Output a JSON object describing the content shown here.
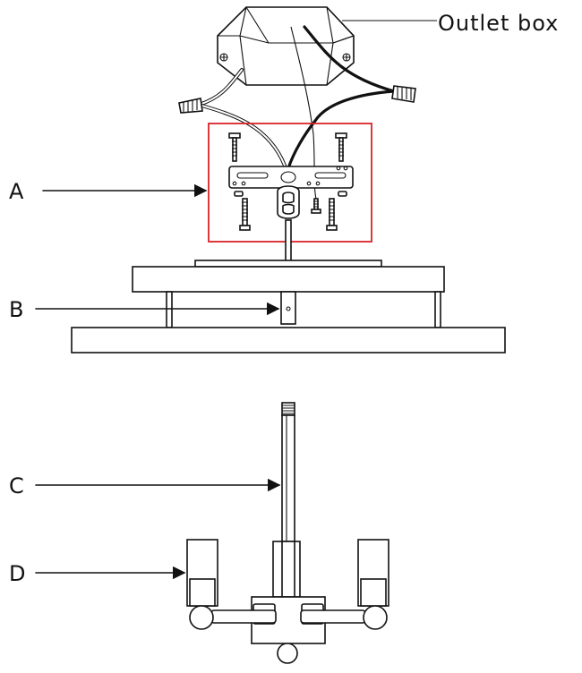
{
  "labels": {
    "outlet_box": "Outlet box",
    "a": "A",
    "b": "B",
    "c": "C",
    "d": "D"
  },
  "colors": {
    "line": "#111111",
    "highlight_box": "#d8232a",
    "background": "#ffffff"
  }
}
